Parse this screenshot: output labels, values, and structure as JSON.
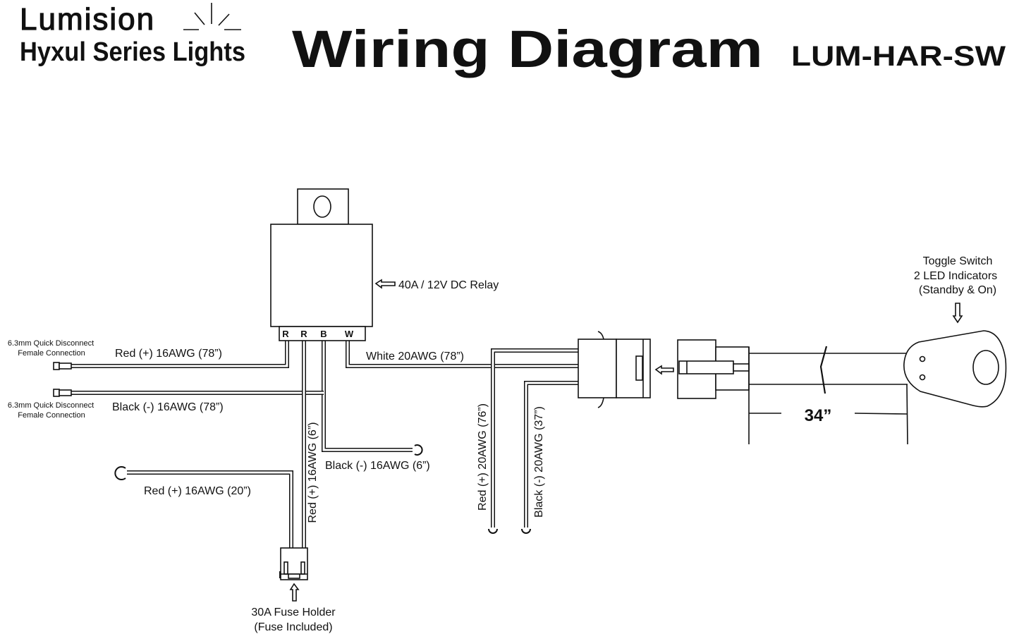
{
  "header": {
    "brand": "Lumision",
    "series": "Hyxul Series Lights",
    "title": "Wiring Diagram",
    "model": "LUM-HAR-SW"
  },
  "relay": {
    "label": "40A / 12V DC Relay",
    "terminals": [
      "R",
      "R",
      "B",
      "W"
    ]
  },
  "wires": {
    "red_78": "Red (+) 16AWG (78”)",
    "black_78": "Black (-) 16AWG (78”)",
    "white_78": "White 20AWG (78”)",
    "red_6": "Red (+) 16AWG (6”)",
    "black_6": "Black (-) 16AWG (6”)",
    "red_20": "Red (+) 16AWG (20”)",
    "red_76": "Red (+) 20AWG (76”)",
    "black_37": "Black (-) 20AWG (37”)"
  },
  "connectors": {
    "quick_disconnect_1": [
      "6.3mm Quick Disconnect",
      "Female Connection"
    ],
    "quick_disconnect_2": [
      "6.3mm Quick Disconnect",
      "Female Connection"
    ]
  },
  "fuse": {
    "line1": "30A Fuse Holder",
    "line2": "(Fuse Included)"
  },
  "switch": {
    "line1": "Toggle Switch",
    "line2": "2 LED Indicators",
    "line3": "(Standby & On)"
  },
  "dimension": "34”"
}
